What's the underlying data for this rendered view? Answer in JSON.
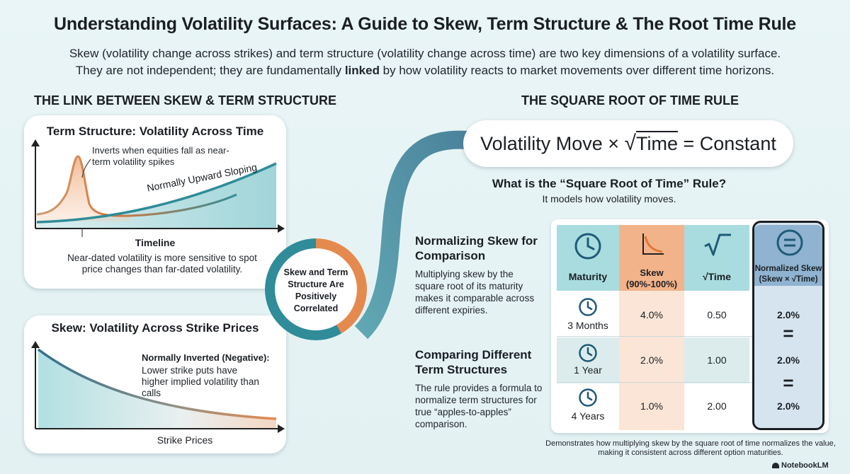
{
  "title": "Understanding Volatility Surfaces: A Guide to Skew, Term Structure & The Root Time Rule",
  "intro": {
    "line1": "Skew (volatility change across strikes) and term structure (volatility change across time) are two key dimensions of a volatility surface.",
    "line2_before": "They are not independent; they are fundamentally ",
    "line2_bold": "linked",
    "line2_after": " by how volatility reacts to market movements over different time horizons."
  },
  "left_section": {
    "heading": "THE LINK BETWEEN SKEW & TERM STRUCTURE",
    "term_card": {
      "title": "Term Structure: Volatility Across Time",
      "annotation": "Inverts when equities fall as near-term volatility spikes",
      "curve_label": "Normally Upward Sloping",
      "axis_label": "Timeline",
      "note": "Near-dated volatility is more sensitive to spot price changes than far-dated volatility."
    },
    "skew_card": {
      "title": "Skew: Volatility Across Strike Prices",
      "note_bold": "Normally Inverted (Negative):",
      "note": "Lower strike puts have higher implied volatility than calls",
      "axis_label": "Strike Prices"
    },
    "link_circle": "Skew and Term Structure Are Positively Correlated"
  },
  "right_section": {
    "heading": "THE SQUARE ROOT OF TIME RULE",
    "formula": {
      "left": "Volatility Move ×",
      "radical": "√",
      "radicand": "Time",
      "right": "= Constant"
    },
    "question": "What is the “Square Root of Time” Rule?",
    "answer": "It models how volatility moves.",
    "normalizing": {
      "heading": "Normalizing Skew for Comparison",
      "body": "Multiplying skew by the square root of its maturity makes it comparable across different expiries."
    },
    "comparing": {
      "heading": "Comparing Different Term Structures",
      "body": "The rule provides a formula to normalize term structures for true “apples-to-apples” comparison."
    },
    "table": {
      "headers": {
        "maturity": "Maturity",
        "skew_line1": "Skew",
        "skew_line2": "(90%-100%)",
        "sqrt_time": "√Time",
        "normalized_line1": "Normalized Skew",
        "normalized_line2": "(Skew × √Time)"
      },
      "rows": [
        {
          "maturity": "3 Months",
          "skew": "4.0%",
          "sqrt_time": "0.50",
          "normalized": "2.0%"
        },
        {
          "maturity": "1 Year",
          "skew": "2.0%",
          "sqrt_time": "1.00",
          "normalized": "2.0%"
        },
        {
          "maturity": "4 Years",
          "skew": "1.0%",
          "sqrt_time": "2.00",
          "normalized": "2.0%"
        }
      ],
      "equals_sign": "="
    },
    "caption": "Demonstrates how multiplying skew by the square root of time normalizes the value, making it consistent across different option maturities."
  },
  "footer": {
    "brand": "NotebookLM"
  },
  "colors": {
    "teal": "#2f8c98",
    "teal_light": "#a9dcdf",
    "orange": "#e58a4e",
    "orange_light": "#f6c8a6",
    "blue_dark": "#1f5a78",
    "normalized_bg": "#d6e4ef"
  }
}
